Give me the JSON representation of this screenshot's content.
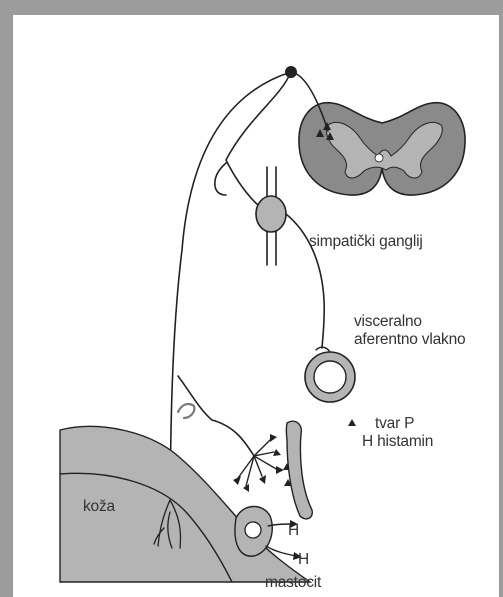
{
  "labels": {
    "ganglion": "simpatički ganglij",
    "visceral_line1": "visceralno",
    "visceral_line2": "aferentno vlakno",
    "substance_p": "tvar P",
    "histamine": "H histamin",
    "skin": "koža",
    "mast_cell": "mastocit",
    "h_upper": "H",
    "h_lower": "H"
  },
  "legend": {
    "triangle_symbol": "▲"
  },
  "colors": {
    "frame_border": "#9c9c9c",
    "cord_gray": "#8a8a8a",
    "tissue_gray": "#b4b4b4",
    "line": "#222222",
    "text": "#333333"
  }
}
